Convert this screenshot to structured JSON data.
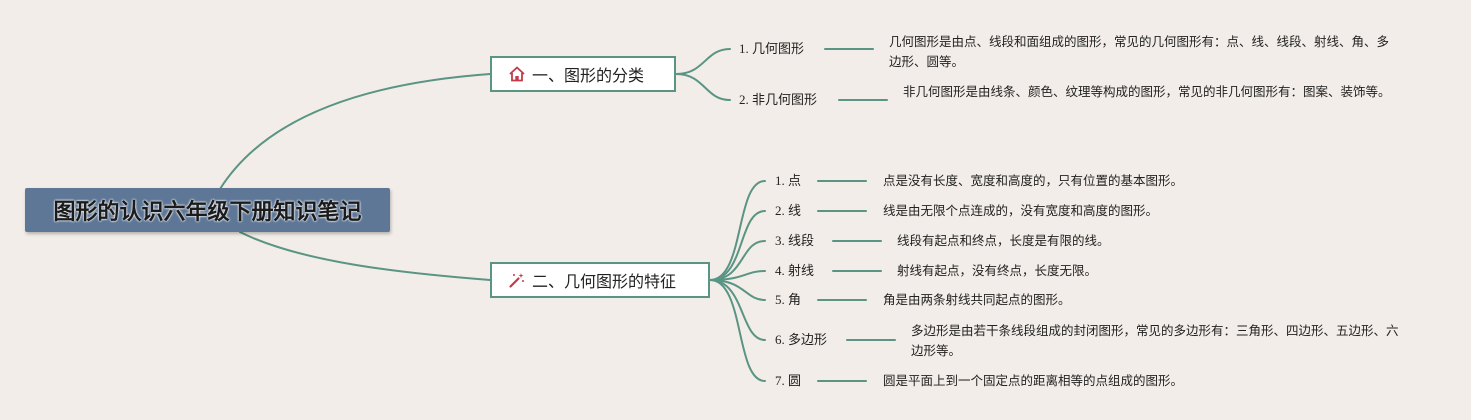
{
  "root": {
    "title": "图形的认识六年级下册知识笔记"
  },
  "branches": [
    {
      "label": "一、图形的分类",
      "icon": "home-icon",
      "color": "#5a9484",
      "icon_color": "#c23a4a",
      "items": [
        {
          "label": "1. 几何图形",
          "desc": "几何图形是由点、线段和面组成的图形，常见的几何图形有：点、线、线段、射线、角、多边形、圆等。"
        },
        {
          "label": "2. 非几何图形",
          "desc": "非几何图形是由线条、颜色、纹理等构成的图形，常见的非几何图形有：图案、装饰等。"
        }
      ]
    },
    {
      "label": "二、几何图形的特征",
      "icon": "magic-wand-icon",
      "color": "#5a9484",
      "icon_color": "#c23a4a",
      "items": [
        {
          "label": "1. 点",
          "desc": "点是没有长度、宽度和高度的，只有位置的基本图形。"
        },
        {
          "label": "2. 线",
          "desc": "线是由无限个点连成的，没有宽度和高度的图形。"
        },
        {
          "label": "3. 线段",
          "desc": "线段有起点和终点，长度是有限的线。"
        },
        {
          "label": "4. 射线",
          "desc": "射线有起点，没有终点，长度无限。"
        },
        {
          "label": "5. 角",
          "desc": "角是由两条射线共同起点的图形。"
        },
        {
          "label": "6. 多边形",
          "desc": "多边形是由若干条线段组成的封闭图形，常见的多边形有：三角形、四边形、五边形、六边形等。"
        },
        {
          "label": "7. 圆",
          "desc": "圆是平面上到一个固定点的距离相等的点组成的图形。"
        }
      ]
    }
  ]
}
